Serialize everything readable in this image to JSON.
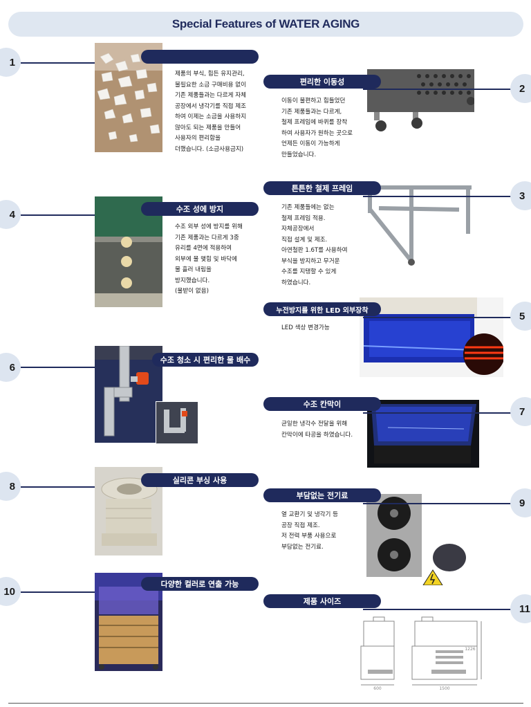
{
  "title": "Special Features of  WATER AGING",
  "features": [
    {
      "num": "1",
      "label": "",
      "desc": [
        "제품의 부식, 힘든 유지관리,",
        "불필요한 소금 구매비용 없이",
        "기존 제품들과는 다르게 자체",
        "공장에서 냉각기를 직접 제조",
        "하여 이제는 소금을 사용하지",
        "않아도 되는 제품을 만들어",
        "사용자의 편리함을",
        "더했습니다. (소금사용금지)"
      ]
    },
    {
      "num": "2",
      "label": "편리한 이동성",
      "desc": [
        "이동이 불편하고 힘들었던",
        "기존 제품들과는 다르게,",
        "철제 프레임에 바퀴를 장착",
        "하여 사용자가 원하는 곳으로",
        "언제든 이동이 가능하게",
        "만들었습니다."
      ]
    },
    {
      "num": "3",
      "label": "튼튼한 철제 프레임",
      "desc": [
        "기존 제품들에는 없는",
        "철제 프레임 적용.",
        "자체공장에서",
        "직접 설계 및 제조.",
        "아연철판 1.6T를 사용하여",
        "부식을 방지하고 무거운",
        "수조를 지탱할 수 있게",
        "하였습니다."
      ]
    },
    {
      "num": "4",
      "label": "수조 성에 방지",
      "desc": [
        "수조 외부 성에 방지를 위해",
        "기존 제품과는 다르게 3중",
        "유리를 4면에 적용하여",
        "외부에 물 맺힘 및 바닥에",
        "물 흘러 내림을",
        "방지했습니다.",
        "(물받이 없음)"
      ]
    },
    {
      "num": "5",
      "label": "누전방지를 위한 LED 외부장착",
      "desc": [
        "LED 색상 변경가능"
      ]
    },
    {
      "num": "6",
      "label": "수조 청소 시 편리한 물 배수",
      "desc": []
    },
    {
      "num": "7",
      "label": "수조 칸막이",
      "desc": [
        "균일한 냉각수 전달을 위해",
        "칸막이에 타공을 하였습니다."
      ]
    },
    {
      "num": "8",
      "label": "실리콘 부싱 사용",
      "desc": []
    },
    {
      "num": "9",
      "label": "부담없는 전기료",
      "desc": [
        "열 교환기 및 냉각기 등",
        "공장 직접 제조.",
        "저 전력 부품 사용으로",
        "부담없는 전기료."
      ]
    },
    {
      "num": "10",
      "label": "다양한 컬러로 연출 가능",
      "desc": []
    },
    {
      "num": "11",
      "label": "제품 사이즈",
      "desc": []
    }
  ],
  "dimensions": {
    "width_a": "600",
    "width_b": "1500",
    "height": "1226"
  },
  "colors": {
    "navy": "#1f2a5c",
    "light_blue": "#dde5f0"
  }
}
